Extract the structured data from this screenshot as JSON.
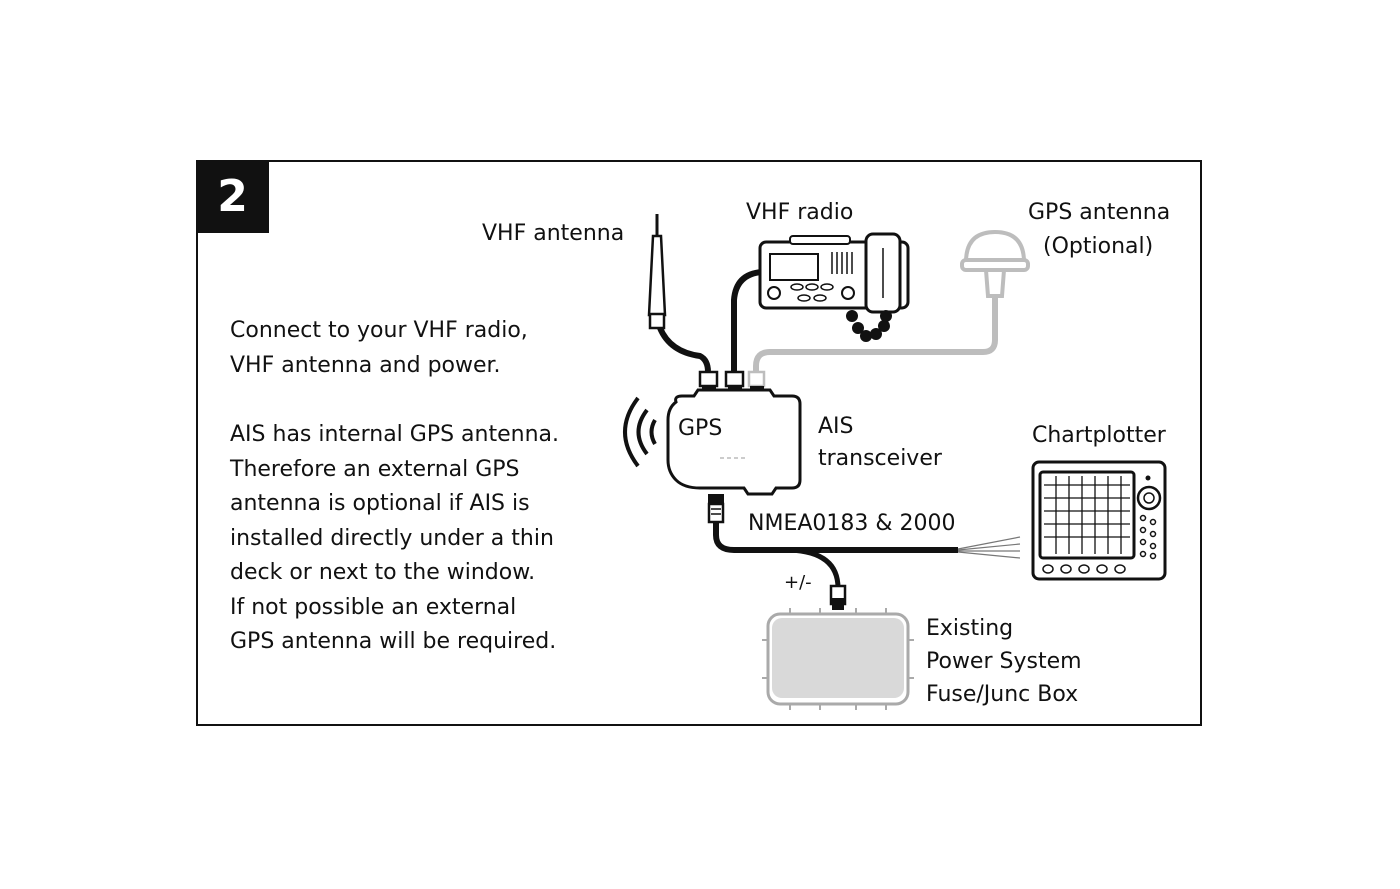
{
  "step_number": "2",
  "instructions": {
    "paragraph1": [
      "Connect to your VHF radio,",
      "VHF antenna and power."
    ],
    "paragraph2": [
      "AIS has internal GPS antenna.",
      "Therefore an external GPS",
      "antenna is optional if AIS is",
      "installed directly under a thin",
      "deck or next to the window.",
      "If not possible an external",
      "GPS antenna will be required."
    ]
  },
  "labels": {
    "vhf_antenna": "VHF antenna",
    "vhf_radio": "VHF radio",
    "gps_antenna": [
      "GPS antenna",
      "(Optional)"
    ],
    "gps_on_unit": "GPS",
    "ais_transceiver": [
      "AIS",
      "transceiver"
    ],
    "chartplotter": "Chartplotter",
    "nmea": "NMEA0183 & 2000",
    "power_polarity": "+/-",
    "power_system": [
      "Existing",
      "Power System",
      "Fuse/Junc Box"
    ]
  },
  "colors": {
    "ink": "#111111",
    "grey_cable": "#bdbdbd",
    "box_fill": "#d9d9d9"
  }
}
